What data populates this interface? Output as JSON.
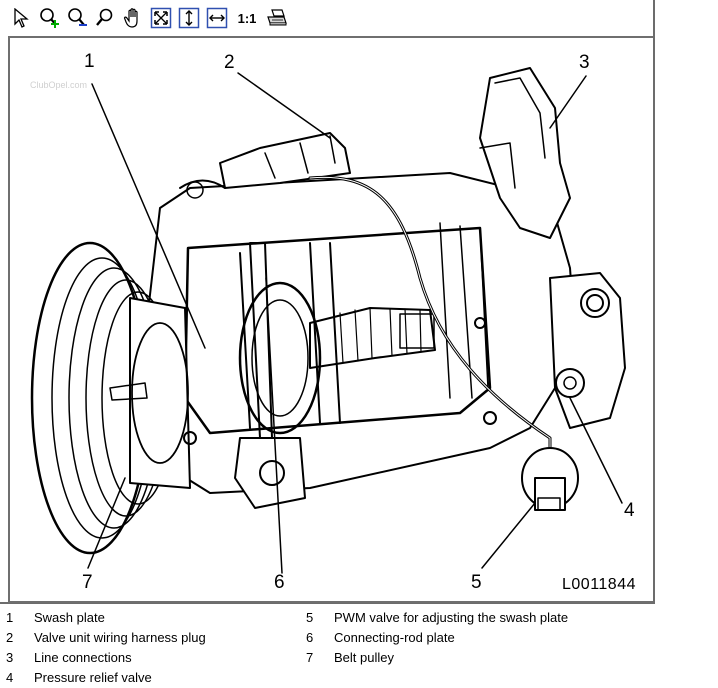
{
  "toolbar": {
    "items": [
      {
        "name": "pointer-icon"
      },
      {
        "name": "zoom-in-icon"
      },
      {
        "name": "zoom-out-icon"
      },
      {
        "name": "zoom-icon"
      },
      {
        "name": "pan-hand-icon"
      },
      {
        "name": "fit-page-icon"
      },
      {
        "name": "fit-height-icon"
      },
      {
        "name": "fit-width-icon"
      },
      {
        "name": "actual-size",
        "label": "1:1"
      },
      {
        "name": "print-icon"
      }
    ]
  },
  "watermark": "ClubOpel.com",
  "figure": {
    "code": "L0011844",
    "callouts": [
      "1",
      "2",
      "3",
      "4",
      "5",
      "6",
      "7"
    ]
  },
  "legend": [
    {
      "num": "1",
      "text": "Swash plate"
    },
    {
      "num": "2",
      "text": "Valve unit wiring harness plug"
    },
    {
      "num": "3",
      "text": "Line connections"
    },
    {
      "num": "4",
      "text": "Pressure relief valve"
    },
    {
      "num": "5",
      "text": "PWM valve for adjusting the swash plate"
    },
    {
      "num": "6",
      "text": "Connecting-rod plate"
    },
    {
      "num": "7",
      "text": "Belt pulley"
    }
  ]
}
